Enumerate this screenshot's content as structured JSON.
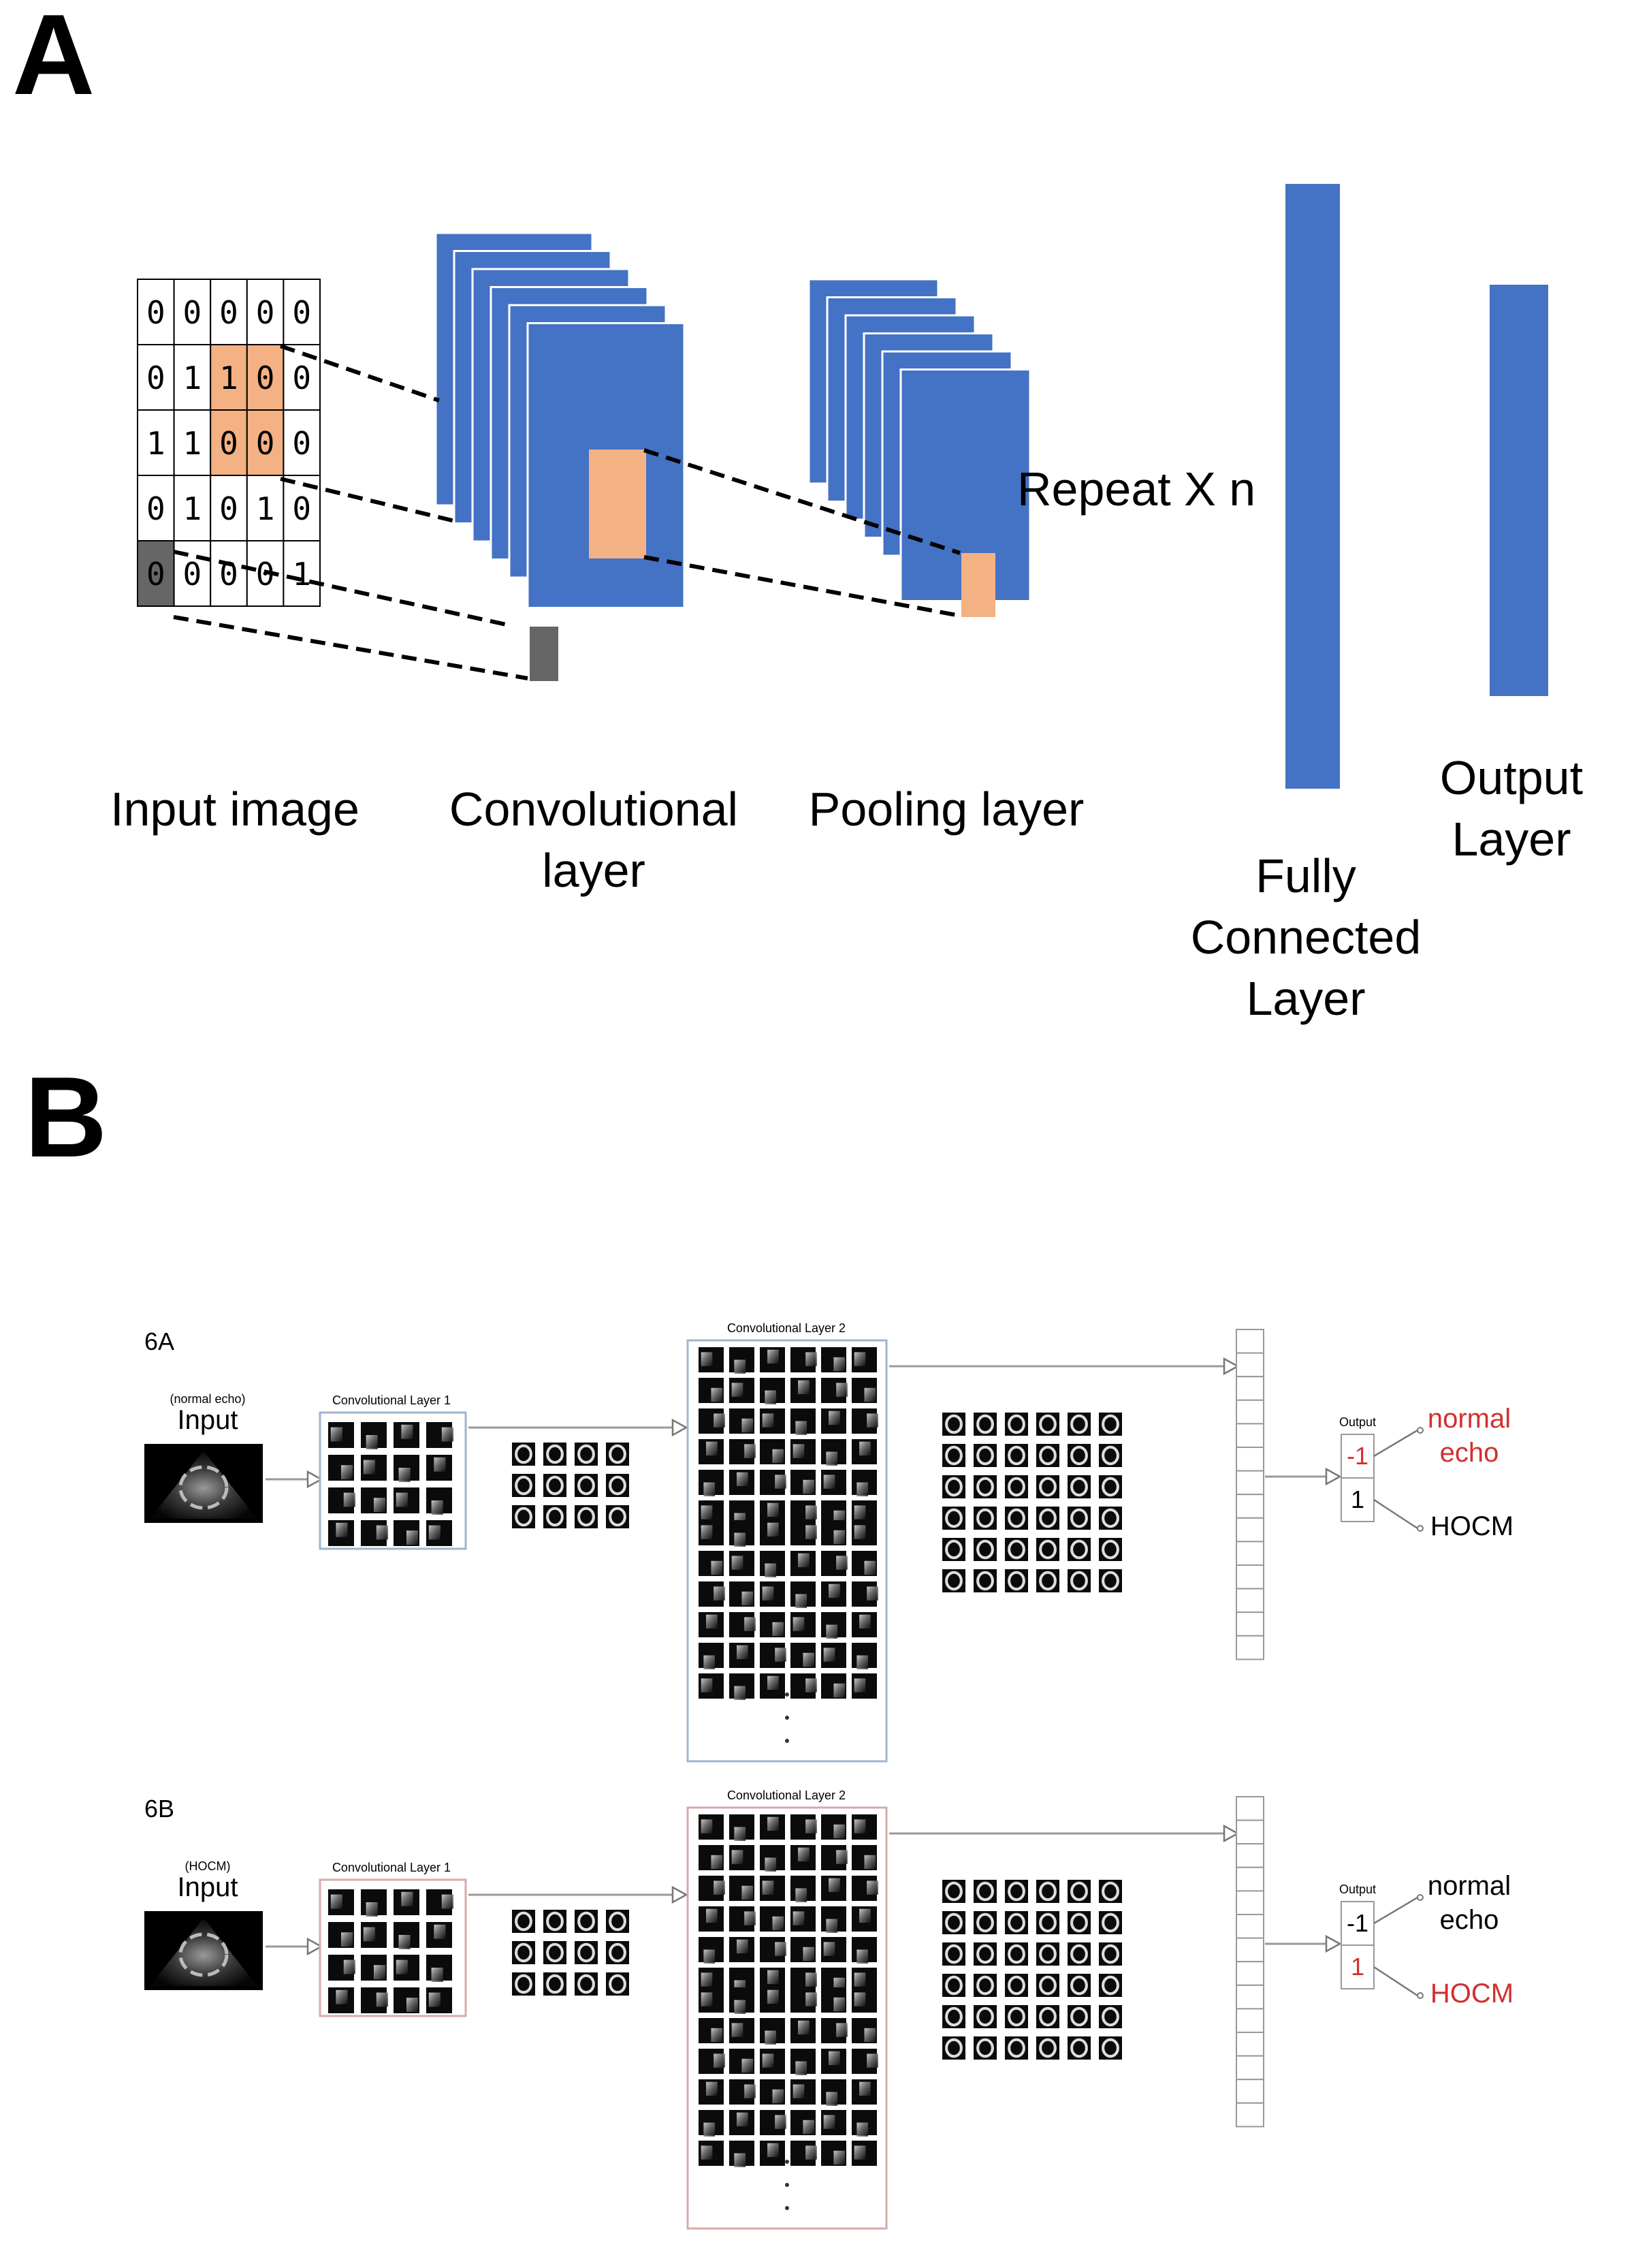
{
  "colors": {
    "blue": "#4472c4",
    "peach": "#f4b183",
    "dark_cell": "#666666",
    "red_label": "#d32f2f",
    "panel_a_frame": "#9fb6cf",
    "panel_b_frame": "#d8a9a9"
  },
  "panel_a": {
    "label": "A",
    "input_grid": [
      [
        0,
        0,
        0,
        0,
        0
      ],
      [
        0,
        1,
        1,
        0,
        0
      ],
      [
        1,
        1,
        0,
        0,
        0
      ],
      [
        0,
        1,
        0,
        1,
        0
      ],
      [
        0,
        0,
        0,
        0,
        1
      ]
    ],
    "highlighted_cells": [
      [
        1,
        2
      ],
      [
        1,
        3
      ],
      [
        2,
        2
      ],
      [
        2,
        3
      ]
    ],
    "dark_cell": [
      4,
      0
    ],
    "repeat_label": "Repeat X n",
    "captions": {
      "input": [
        "Input image"
      ],
      "conv": [
        "Convolutional",
        "layer"
      ],
      "pool": [
        "Pooling layer"
      ],
      "fc": [
        "Fully",
        "Connected",
        "Layer"
      ],
      "output": [
        "Output",
        "Layer"
      ]
    }
  },
  "panel_b": {
    "label": "B",
    "rows": [
      {
        "tag": "6A",
        "input_small": "(normal echo)",
        "input_label": "Input",
        "conv1_title": "Convolutional Layer 1",
        "conv2_title": "Convolutional Layer 2",
        "output_title": "Output",
        "output_values": [
          "-1",
          "1"
        ],
        "active_index": 0,
        "class_labels": [
          "normal echo",
          "HOCM"
        ]
      },
      {
        "tag": "6B",
        "input_small": "(HOCM)",
        "input_label": "Input",
        "conv1_title": "Convolutional Layer 1",
        "conv2_title": "Convolutional Layer 2",
        "output_title": "Output",
        "output_values": [
          "-1",
          "1"
        ],
        "active_index": 1,
        "class_labels": [
          "normal echo",
          "HOCM"
        ]
      }
    ]
  }
}
